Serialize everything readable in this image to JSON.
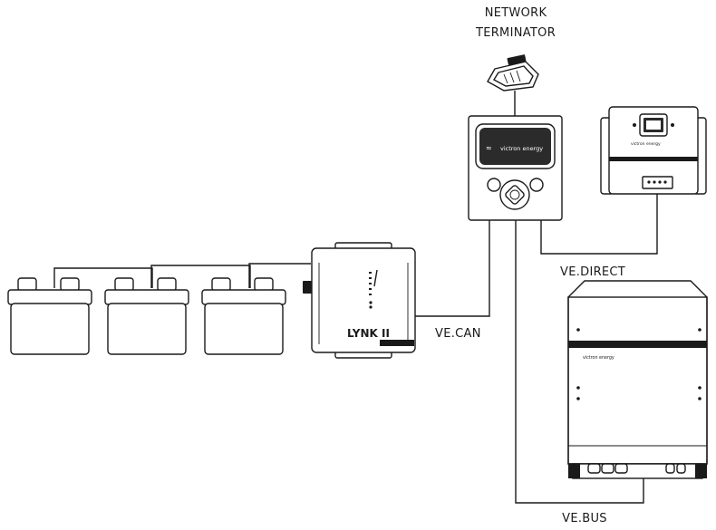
{
  "labels": {
    "network_terminator_line1": "NETWORK",
    "network_terminator_line2": "TERMINATOR",
    "ve_direct": "VE.DIRECT",
    "ve_can": "VE.CAN",
    "ve_bus": "VE.BUS"
  },
  "devices": {
    "display_brand": "victron energy",
    "lynk_name": "LYNK II",
    "mppt_brand": "victron energy",
    "inverter_brand": "victron energy"
  },
  "colors": {
    "line": "#1a1a1a",
    "background": "#ffffff",
    "screen": "#2b2b2b"
  }
}
